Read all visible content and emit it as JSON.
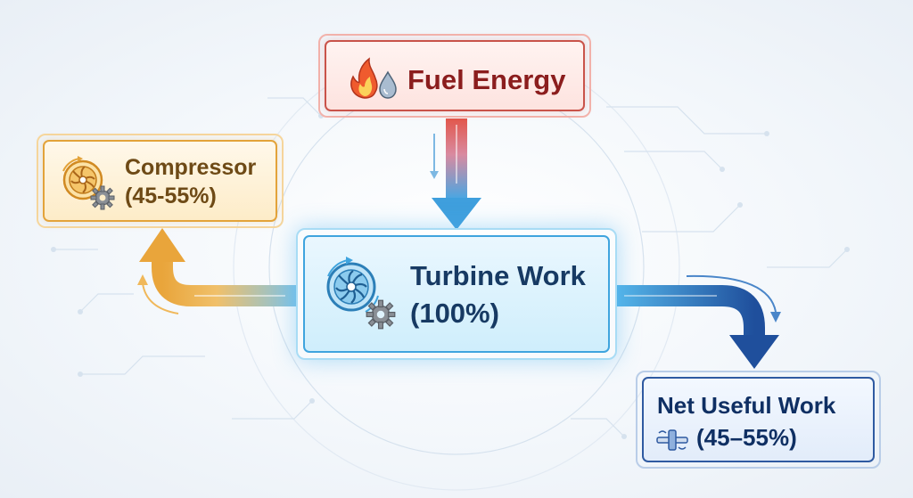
{
  "nodes": {
    "fuel": {
      "label": "Fuel Energy"
    },
    "compressor": {
      "label": "Compressor",
      "value": "(45-55%)"
    },
    "turbine": {
      "label": "Turbine Work",
      "value": "(100%)"
    },
    "net": {
      "label": "Net Useful Work",
      "value": "(45–55%)"
    }
  },
  "icons": {
    "fuel": [
      "flame-icon",
      "droplet-icon"
    ],
    "compressor": [
      "compressor-fan-icon",
      "gear-icon"
    ],
    "turbine": [
      "turbine-fan-icon",
      "gear-icon"
    ],
    "net": [
      "shaft-icon"
    ]
  },
  "colors": {
    "fuel": "#c9534a",
    "compressor": "#e3a33a",
    "turbine": "#3fa4de",
    "net": "#2f5aa1",
    "fuel_text": "#8b1d1d",
    "compressor_text": "#6e4a16",
    "turbine_text": "#173a63",
    "net_text": "#0f2f63"
  },
  "flows": [
    {
      "from": "fuel",
      "to": "turbine"
    },
    {
      "from": "turbine",
      "to": "compressor"
    },
    {
      "from": "turbine",
      "to": "net"
    }
  ]
}
